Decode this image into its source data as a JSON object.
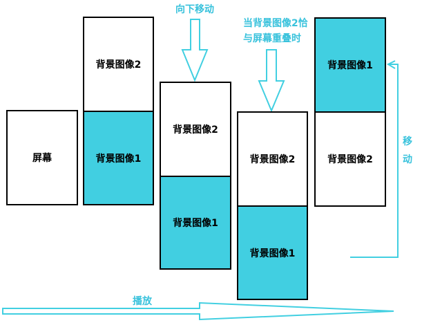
{
  "colors": {
    "cyan_fill": "#41cfe1",
    "accent_text": "#38c2dc",
    "border": "#000000"
  },
  "screen_label": "屏幕",
  "bg1_label": "背景图像1",
  "bg2_label": "背景图像2",
  "move_down_label": "向下移动",
  "overlap_label_line1": "当背景图像2恰",
  "overlap_label_line2": "与屏幕重叠时",
  "move_label_line1": "移",
  "move_label_line2": "动",
  "play_label": "播放"
}
